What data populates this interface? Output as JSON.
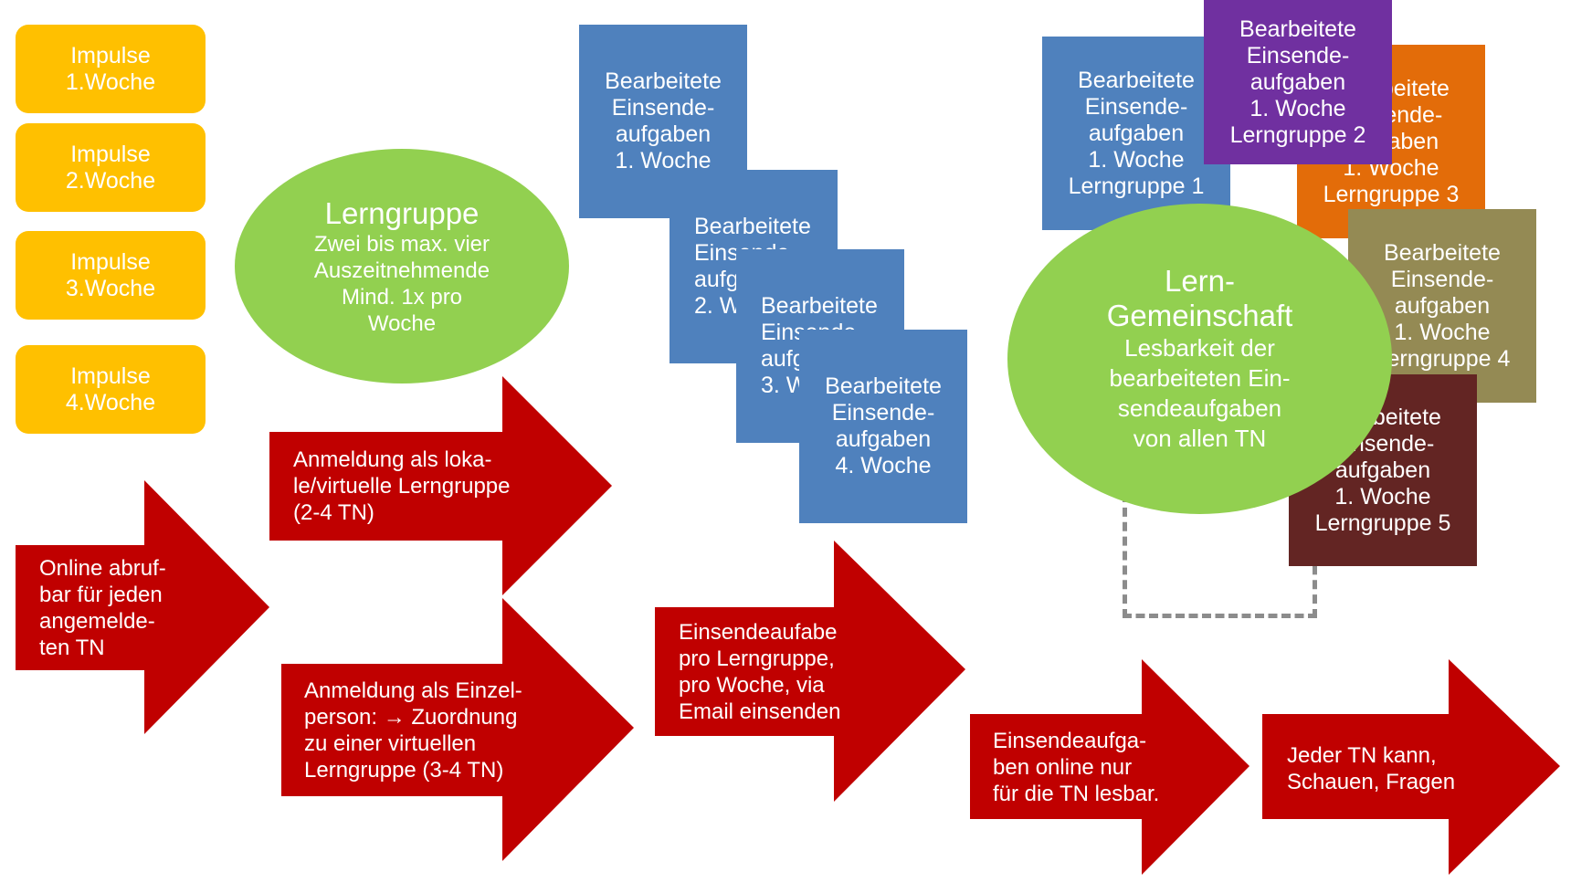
{
  "colors": {
    "impulse": "#FFC000",
    "arrow": "#C00000",
    "ellipse": "#92D050",
    "blue": "#4F81BD",
    "group1": "#4F81BD",
    "group2": "#7030A0",
    "group3": "#E36C09",
    "group4": "#948A54",
    "group5": "#632523",
    "connector": "#8c8c8c"
  },
  "impulses": [
    [
      "Impulse",
      "1.Woche"
    ],
    [
      "Impulse",
      "2.Woche"
    ],
    [
      "Impulse",
      "3.Woche"
    ],
    [
      "Impulse",
      "4.Woche"
    ]
  ],
  "lerngruppe": {
    "title": "Lerngruppe",
    "lines": [
      "Zwei bis max. vier",
      "Auszeitnehmende",
      "Mind. 1x pro",
      "Woche"
    ]
  },
  "weekly_tasks": [
    {
      "lines": [
        "Bearbeitete",
        "Einsende-",
        "aufgaben",
        "1. Woche"
      ]
    },
    {
      "lines": [
        "Bearbeitete",
        "Einsende-",
        "aufgaben",
        "2. Woche"
      ]
    },
    {
      "lines": [
        "Bearbeitete",
        "Einsende-",
        "aufgaben",
        "3. Woche"
      ]
    },
    {
      "lines": [
        "Bearbeitete",
        "Einsende-",
        "aufgaben",
        "4. Woche"
      ]
    }
  ],
  "group_tasks": [
    {
      "lines": [
        "Bearbeitete",
        "Einsende-",
        "aufgaben",
        "1. Woche",
        "Lerngruppe 1"
      ]
    },
    {
      "lines": [
        "Bearbeitete",
        "Einsende-",
        "aufgaben",
        "1. Woche",
        "Lerngruppe 2"
      ]
    },
    {
      "lines": [
        "Bearbeitete",
        "Einsende-",
        "aufgaben",
        "1. Woche",
        "Lerngruppe 3"
      ]
    },
    {
      "lines": [
        "Bearbeitete",
        "Einsende-",
        "aufgaben",
        "1. Woche",
        "Lerngruppe 4"
      ]
    },
    {
      "lines": [
        "Bearbeitete",
        "Einsende-",
        "aufgaben",
        "1. Woche",
        "Lerngruppe 5"
      ]
    }
  ],
  "lerngemeinschaft": {
    "title": [
      "Lern-",
      "Gemeinschaft"
    ],
    "lines": [
      "Lesbarkeit der",
      "bearbeiteten Ein-",
      "sendeaufgaben",
      "von allen TN"
    ]
  },
  "arrows": [
    {
      "name": "online-abrufbar",
      "lines": [
        "Online abruf-",
        "bar für jeden",
        "angemelde-",
        "ten TN"
      ]
    },
    {
      "name": "anmeldung-lokal",
      "lines": [
        "Anmeldung als loka-",
        "le/virtuelle Lerngruppe",
        "(2-4 TN)"
      ]
    },
    {
      "name": "anmeldung-einzel",
      "lines": [
        "Anmeldung als Einzel-",
        "person: → Zuordnung",
        "zu einer virtuellen",
        "Lerngruppe (3-4 TN)"
      ]
    },
    {
      "name": "einsendeaufgabe",
      "lines": [
        "Einsendeaufabe",
        "pro Lerngruppe,",
        "pro Woche, via",
        "Email einsenden"
      ]
    },
    {
      "name": "online-lesbar",
      "lines": [
        "Einsendeaufga-",
        "ben online nur",
        "für die TN lesbar."
      ]
    },
    {
      "name": "schauen-fragen",
      "lines": [
        "Jeder TN kann,",
        "Schauen, Fragen"
      ]
    }
  ]
}
